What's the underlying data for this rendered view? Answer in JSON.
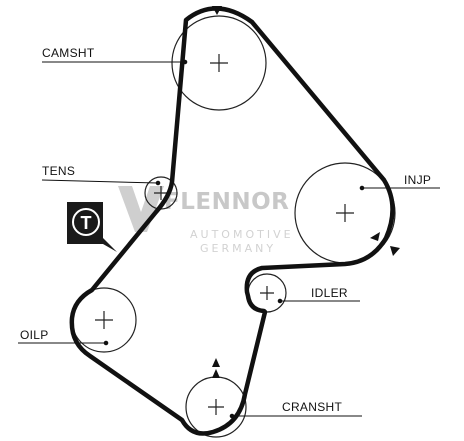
{
  "labels": {
    "camshaft": "CAMSHT",
    "tensioner": "TENS",
    "injection_pump": "INJP",
    "idler": "IDLER",
    "oil_pump": "OILP",
    "crankshaft": "CRANSHT"
  },
  "badge": {
    "letter": "T"
  },
  "watermark": {
    "brand": "FLENNOR",
    "line1": "AUTOMOTIVE",
    "line2": "GERMANY"
  },
  "colors": {
    "belt": "#111111",
    "pulley_stroke": "#222222",
    "badge_bg": "#1a1a1a",
    "watermark": "#c8c8c8"
  }
}
